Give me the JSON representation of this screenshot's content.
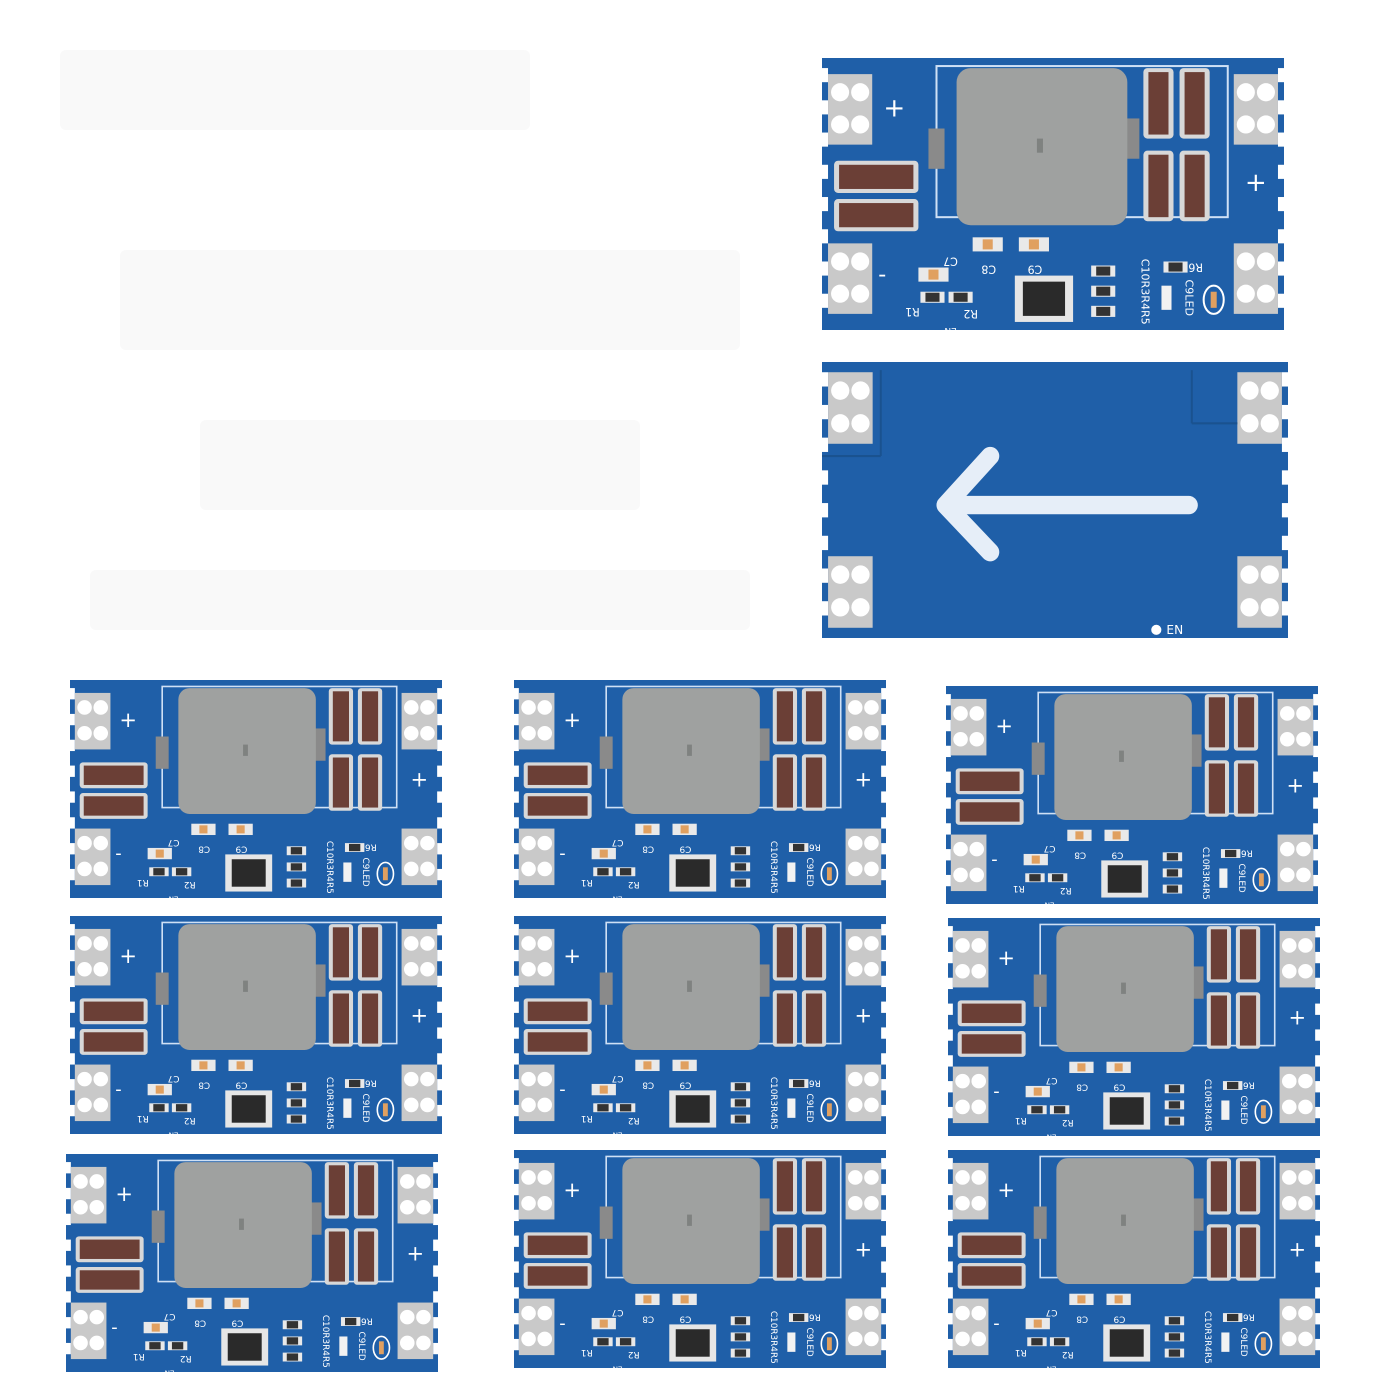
{
  "colors": {
    "pcb": "#1f5fa8",
    "pcb_dark": "#184f8f",
    "silk": "#ffffff",
    "pad": "#c9c9c9",
    "inductor": "#9fa1a0",
    "capacitor": "#6b3f36",
    "chip": "#2a2a2a",
    "led": "#e0a060"
  },
  "silkscreen": {
    "plus": "+",
    "minus": "-",
    "c7": "C7",
    "c8": "C8",
    "c9": "C9",
    "c10_r3_r4_r5": "C10R3R4R5",
    "r1": "R1",
    "r2": "R2",
    "r6": "R6",
    "c9_led": "C9LED",
    "en": "EN"
  },
  "back_side": {
    "arrow_icon": "left-arrow-icon",
    "label": "EN"
  },
  "boards": [
    {
      "side": "front"
    },
    {
      "side": "back"
    },
    {
      "side": "front"
    },
    {
      "side": "front"
    },
    {
      "side": "front"
    },
    {
      "side": "front"
    },
    {
      "side": "front"
    },
    {
      "side": "front"
    },
    {
      "side": "front"
    },
    {
      "side": "front"
    },
    {
      "side": "front"
    }
  ]
}
